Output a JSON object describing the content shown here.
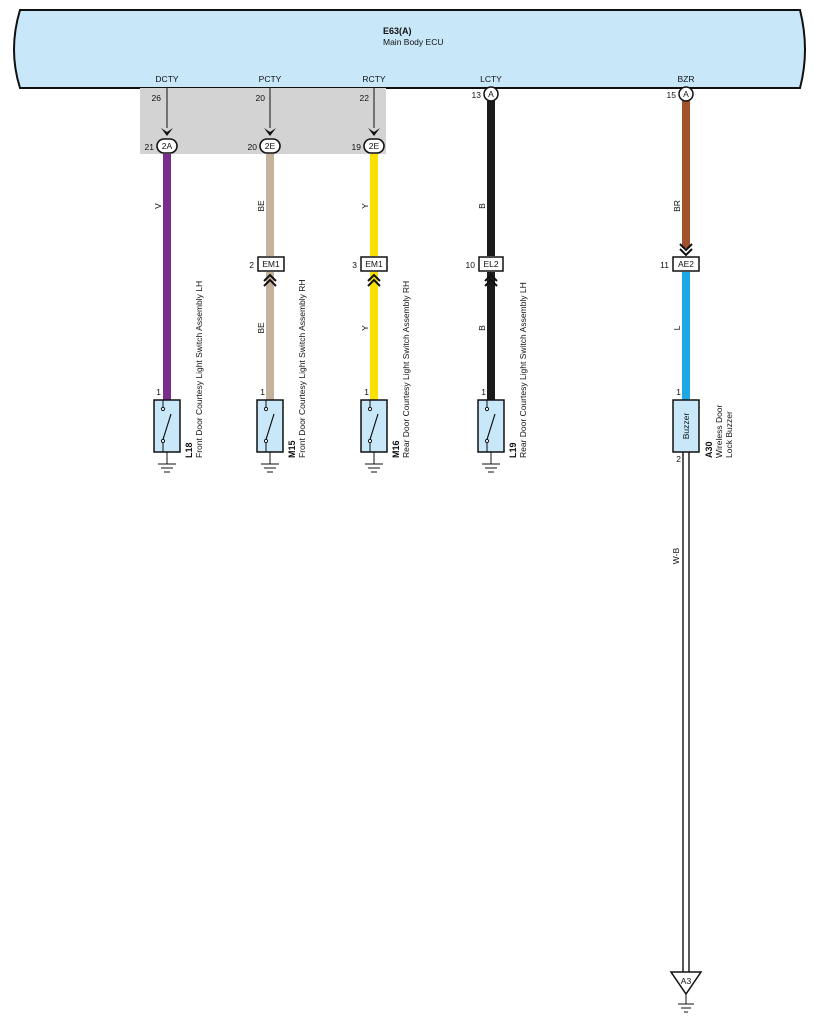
{
  "ecu": {
    "id": "E63(A)",
    "name": "Main Body ECU"
  },
  "pins": [
    {
      "signal": "DCTY",
      "pin": "26"
    },
    {
      "signal": "PCTY",
      "pin": "20"
    },
    {
      "signal": "RCTY",
      "pin": "22"
    },
    {
      "signal": "LCTY",
      "pin": "13"
    },
    {
      "signal": "BZR",
      "pin": "15"
    }
  ],
  "junctions": [
    {
      "pin": "21",
      "code": "2A"
    },
    {
      "pin": "20",
      "code": "2E"
    },
    {
      "pin": "19",
      "code": "2E"
    },
    {
      "code": "A"
    },
    {
      "code": "A"
    }
  ],
  "wires": [
    {
      "upper": "V",
      "lower": "",
      "color": "#7B2D8E"
    },
    {
      "upper": "BE",
      "lower": "BE",
      "color": "#C4B29C"
    },
    {
      "upper": "Y",
      "lower": "Y",
      "color": "#F8E000"
    },
    {
      "upper": "B",
      "lower": "B",
      "color": "#1A1A1A"
    },
    {
      "upper": "BR",
      "lower": "L",
      "color_upper": "#A0522D",
      "color_lower": "#1CA8E4"
    }
  ],
  "inline_connectors": [
    {
      "pin": "2",
      "code": "EM1"
    },
    {
      "pin": "3",
      "code": "EM1"
    },
    {
      "pin": "10",
      "code": "EL2"
    },
    {
      "pin": "11",
      "code": "AE2"
    }
  ],
  "components": [
    {
      "code": "L18",
      "name": "Front Door Courtesy Light Switch Assembly LH",
      "pin": "1"
    },
    {
      "code": "M15",
      "name": "Front Door Courtesy Light Switch Assembly RH",
      "pin": "1"
    },
    {
      "code": "M16",
      "name": "Rear Door Courtesy Light Switch Assembly RH",
      "pin": "1"
    },
    {
      "code": "L19",
      "name": "Rear Door Courtesy Light Switch Assembly LH",
      "pin": "1"
    }
  ],
  "buzzer": {
    "code": "A30",
    "name_line1": "Wireless Door",
    "name_line2": "Lock Buzzer",
    "label": "Buzzer",
    "pin_in": "1",
    "pin_out": "2",
    "out_wire": "W-B",
    "ground_point": "A3"
  },
  "colors": {
    "ecu_fill": "#C8E8FA",
    "ecu_shade": "#D3D3D3",
    "switch_fill": "#C8E8FA"
  }
}
